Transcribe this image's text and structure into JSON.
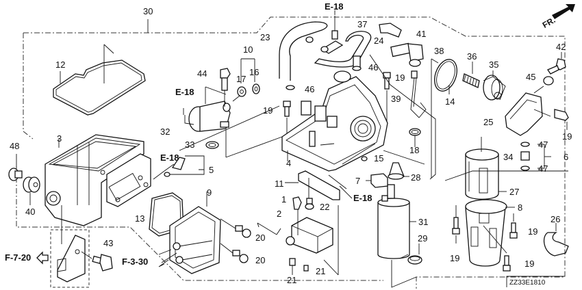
{
  "diagram": {
    "title_code": "ZZ33E1810",
    "direction_marker": "FR.",
    "references": [
      {
        "id": "ref-e18-top",
        "text": "E-18"
      },
      {
        "id": "ref-e18-regulator",
        "text": "E-18"
      },
      {
        "id": "ref-e18-left",
        "text": "E-18"
      },
      {
        "id": "ref-e18-center",
        "text": "E-18"
      },
      {
        "id": "ref-f720",
        "text": "F-7-20"
      },
      {
        "id": "ref-f330",
        "text": "F-3-30"
      }
    ],
    "callouts": [
      {
        "id": "c30",
        "text": "30"
      },
      {
        "id": "c12",
        "text": "12"
      },
      {
        "id": "c3",
        "text": "3"
      },
      {
        "id": "c48",
        "text": "48"
      },
      {
        "id": "c40",
        "text": "40"
      },
      {
        "id": "c43",
        "text": "43"
      },
      {
        "id": "c13",
        "text": "13"
      },
      {
        "id": "c9",
        "text": "9"
      },
      {
        "id": "c5",
        "text": "5"
      },
      {
        "id": "c32",
        "text": "32"
      },
      {
        "id": "c33",
        "text": "33"
      },
      {
        "id": "c44",
        "text": "44"
      },
      {
        "id": "c10",
        "text": "10"
      },
      {
        "id": "c17",
        "text": "17"
      },
      {
        "id": "c16",
        "text": "16"
      },
      {
        "id": "c23",
        "text": "23"
      },
      {
        "id": "c37",
        "text": "37"
      },
      {
        "id": "c24",
        "text": "24"
      },
      {
        "id": "c46a",
        "text": "46"
      },
      {
        "id": "c46b",
        "text": "46"
      },
      {
        "id": "c19a",
        "text": "19"
      },
      {
        "id": "c19b",
        "text": "19"
      },
      {
        "id": "c4",
        "text": "4"
      },
      {
        "id": "c15",
        "text": "15"
      },
      {
        "id": "c11",
        "text": "11"
      },
      {
        "id": "c1",
        "text": "1"
      },
      {
        "id": "c22",
        "text": "22"
      },
      {
        "id": "c2",
        "text": "2"
      },
      {
        "id": "c20a",
        "text": "20"
      },
      {
        "id": "c20b",
        "text": "20"
      },
      {
        "id": "c21a",
        "text": "21"
      },
      {
        "id": "c21b",
        "text": "21"
      },
      {
        "id": "c41",
        "text": "41"
      },
      {
        "id": "c38",
        "text": "38"
      },
      {
        "id": "c39",
        "text": "39"
      },
      {
        "id": "c18",
        "text": "18"
      },
      {
        "id": "c7",
        "text": "7"
      },
      {
        "id": "c28",
        "text": "28"
      },
      {
        "id": "c31",
        "text": "31"
      },
      {
        "id": "c29",
        "text": "29"
      },
      {
        "id": "c14",
        "text": "14"
      },
      {
        "id": "c36",
        "text": "36"
      },
      {
        "id": "c35",
        "text": "35"
      },
      {
        "id": "c42",
        "text": "42"
      },
      {
        "id": "c45",
        "text": "45"
      },
      {
        "id": "c25",
        "text": "25"
      },
      {
        "id": "c19c",
        "text": "19"
      },
      {
        "id": "c47a",
        "text": "47"
      },
      {
        "id": "c34",
        "text": "34"
      },
      {
        "id": "c47b",
        "text": "47"
      },
      {
        "id": "c6",
        "text": "6"
      },
      {
        "id": "c27",
        "text": "27"
      },
      {
        "id": "c8",
        "text": "8"
      },
      {
        "id": "c19d",
        "text": "19"
      },
      {
        "id": "c19e",
        "text": "19"
      },
      {
        "id": "c19f",
        "text": "19"
      },
      {
        "id": "c26",
        "text": "26"
      }
    ]
  }
}
